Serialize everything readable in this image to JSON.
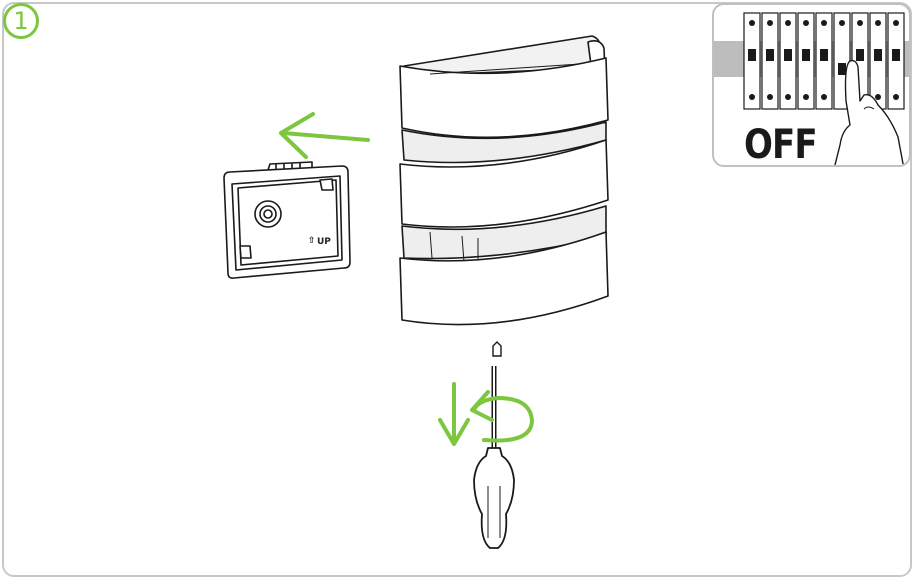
{
  "step": {
    "number": "1"
  },
  "inset": {
    "label": "OFF"
  },
  "plate": {
    "label": "UP"
  },
  "colors": {
    "accent": "#7dc63f",
    "frame": "#c8c8c8",
    "line": "#1a1a1a"
  },
  "icons": [
    "step-number-icon",
    "breaker-panel-icon",
    "hand-icon",
    "arrow-left-icon",
    "arrow-down-icon",
    "rotate-arrow-icon",
    "screwdriver-icon",
    "screw-icon"
  ]
}
